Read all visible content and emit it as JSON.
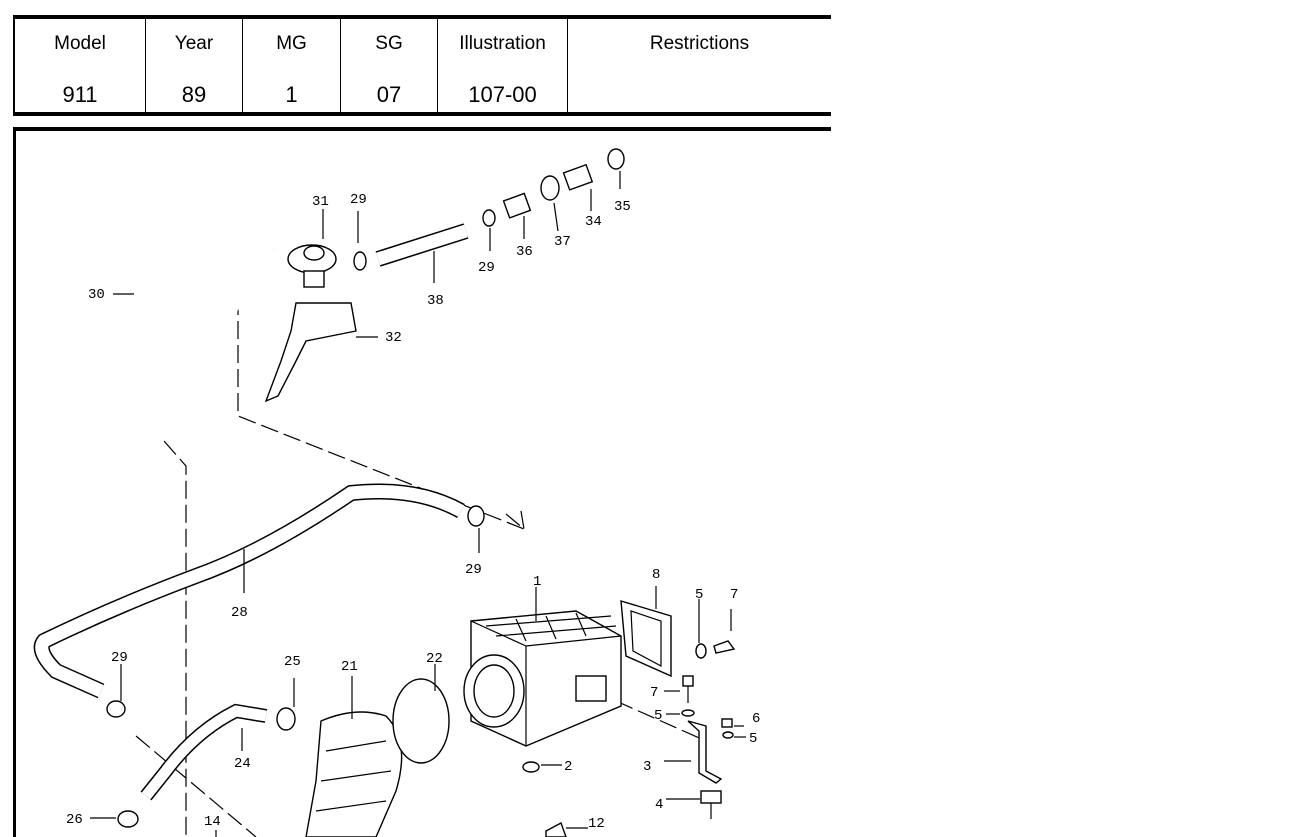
{
  "header": {
    "columns": [
      {
        "label": "Model",
        "value": "911"
      },
      {
        "label": "Year",
        "value": "89"
      },
      {
        "label": "MG",
        "value": "1"
      },
      {
        "label": "SG",
        "value": "07"
      },
      {
        "label": "Illustration",
        "value": "107-00"
      },
      {
        "label": "Restrictions",
        "value": ""
      }
    ]
  },
  "diagram": {
    "callouts": [
      "31",
      "29",
      "30",
      "32",
      "38",
      "29",
      "36",
      "37",
      "34",
      "35",
      "29",
      "28",
      "1",
      "8",
      "5",
      "7",
      "29",
      "25",
      "21",
      "22",
      "7",
      "5",
      "6",
      "5",
      "24",
      "2",
      "3",
      "4",
      "26",
      "14",
      "12"
    ]
  }
}
